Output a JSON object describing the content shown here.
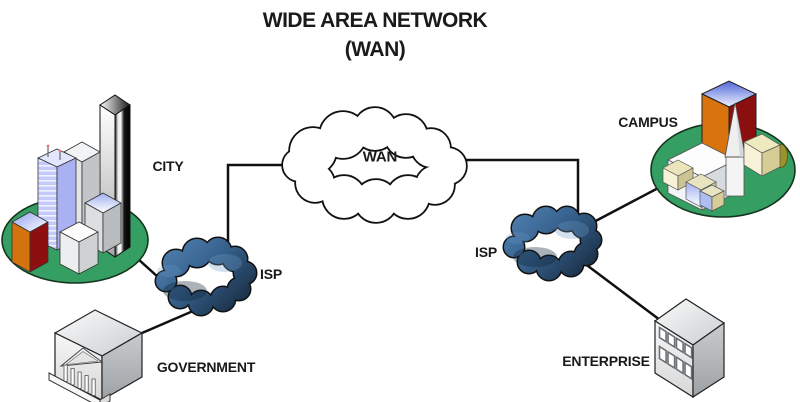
{
  "title": {
    "line1": "WIDE AREA NETWORK",
    "line2": "(WAN)"
  },
  "nodes": {
    "wan": {
      "label": "WAN",
      "icon": "cloud-outline-icon"
    },
    "isp_left": {
      "label": "ISP",
      "icon": "dark-blue-cloud-icon"
    },
    "isp_right": {
      "label": "ISP",
      "icon": "dark-blue-cloud-icon"
    },
    "city": {
      "label": "CITY",
      "icon": "city-buildings-icon"
    },
    "campus": {
      "label": "CAMPUS",
      "icon": "campus-buildings-icon"
    },
    "government": {
      "label": "GOVERNMENT",
      "icon": "government-building-icon"
    },
    "enterprise": {
      "label": "ENTERPRISE",
      "icon": "office-building-icon"
    }
  },
  "connections": [
    {
      "from": "city",
      "to": "isp_left"
    },
    {
      "from": "government",
      "to": "isp_left"
    },
    {
      "from": "isp_left",
      "to": "wan"
    },
    {
      "from": "wan",
      "to": "isp_right"
    },
    {
      "from": "isp_right",
      "to": "campus"
    },
    {
      "from": "isp_right",
      "to": "enterprise"
    }
  ],
  "colors": {
    "background": "#ffffff",
    "line": "#111111",
    "text": "#1a1a1a",
    "ground_green": "#359e63",
    "isp_cloud_top": "#4f7fae",
    "isp_cloud_bottom": "#182c40",
    "wan_cloud_fill": "#ffffff",
    "cloud_outline": "#111111"
  }
}
